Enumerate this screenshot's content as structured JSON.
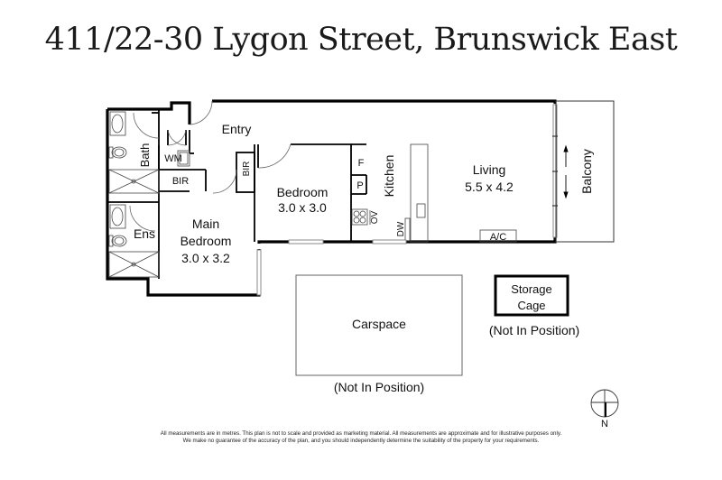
{
  "title": "411/22-30 Lygon Street, Brunswick East",
  "rooms": {
    "entry": "Entry",
    "bath": "Bath",
    "wm": "WM",
    "bir1": "BIR",
    "bir2": "BIR",
    "ens": "Ens",
    "main_bedroom_name1": "Main",
    "main_bedroom_name2": "Bedroom",
    "main_bedroom_size": "3.0 x 3.2",
    "bedroom_name": "Bedroom",
    "bedroom_size": "3.0 x 3.0",
    "fridge": "F",
    "pantry": "P",
    "kitchen": "Kitchen",
    "oven": "OV",
    "dishwasher": "DW",
    "living_name": "Living",
    "living_size": "5.5 x 4.2",
    "ac": "A/C",
    "balcony": "Balcony"
  },
  "extras": {
    "carspace": "Carspace",
    "carspace_note": "(Not In Position)",
    "storage_line1": "Storage",
    "storage_line2": "Cage",
    "storage_note": "(Not In Position)"
  },
  "compass": {
    "label": "N"
  },
  "disclaimer": {
    "line1": "All measurements are in metres. This plan is not to scale and provided as marketing material. All measurements are approximate and for illustrative purposes only.",
    "line2": "We make no guarantee of the accuracy of the plan, and you should independently determine the suitability of the property for your requirements."
  },
  "colors": {
    "wall": "#000000",
    "thin": "#555555",
    "window": "#9a9a9a",
    "text": "#111111"
  }
}
